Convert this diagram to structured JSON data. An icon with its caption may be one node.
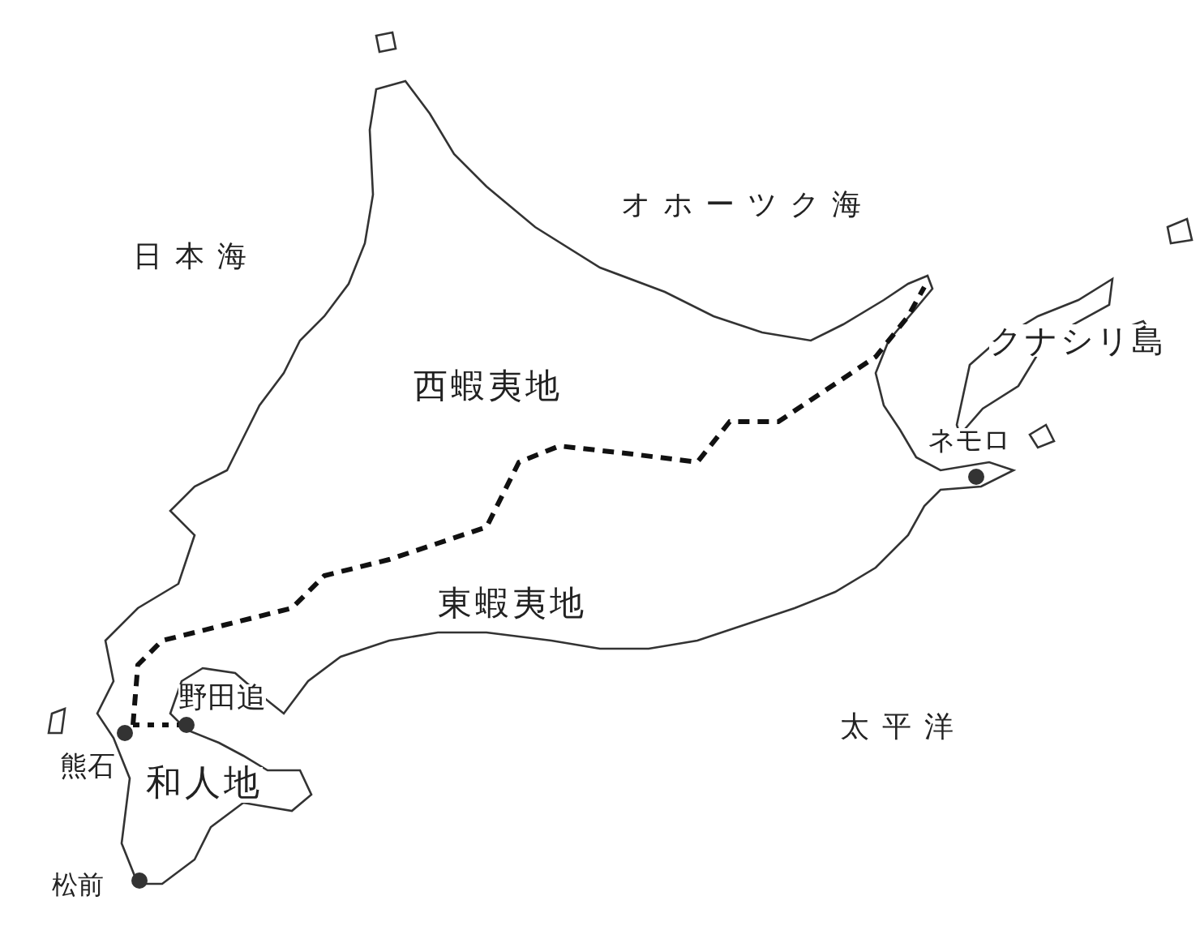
{
  "diagram": {
    "labels": [
      "オホーツク海",
      "日本海",
      "西蝦夷地",
      "クナシリ島",
      "ネモロ",
      "東蝦夷地",
      "野田追",
      "太平洋",
      "熊石",
      "和人地",
      "松前"
    ]
  }
}
